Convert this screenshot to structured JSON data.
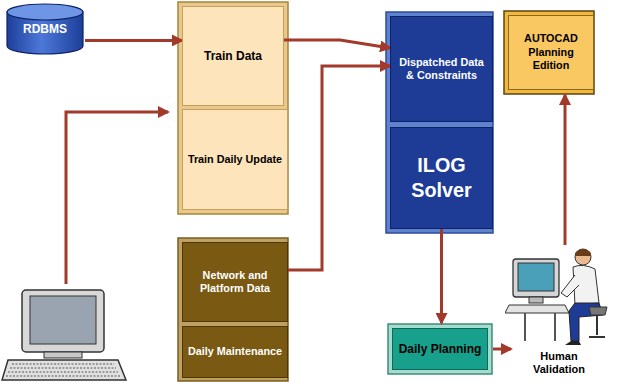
{
  "diagram": {
    "nodes": [
      {
        "text": [
          "RDBMS"
        ]
      },
      {
        "text": [
          "Train Data"
        ]
      },
      {
        "text": [
          "Train Daily Update"
        ]
      },
      {
        "text": [
          "Dispatched Data & Constraints"
        ]
      },
      {
        "text": [
          "ILOG Solver"
        ]
      },
      {
        "text": [
          "AUTOCAD Planning Edition"
        ]
      },
      {
        "text": [
          "Network and Platform Data"
        ]
      },
      {
        "text": [
          "Daily Maintenance"
        ]
      },
      {
        "text": [
          "Daily Planning"
        ]
      },
      {
        "text": [
          "Human Validation"
        ]
      }
    ],
    "edges": [
      {
        "from": 0,
        "to": 1,
        "arrow": "to"
      },
      {
        "from": 1,
        "to": 3,
        "arrow": "to"
      },
      {
        "from": 6,
        "to": 3,
        "arrow": "to"
      },
      {
        "from": 4,
        "to": 8,
        "arrow": "to"
      },
      {
        "from": 8,
        "to": 9,
        "arrow": "to"
      },
      {
        "from": 9,
        "to": 5,
        "arrow": "to"
      }
    ]
  }
}
